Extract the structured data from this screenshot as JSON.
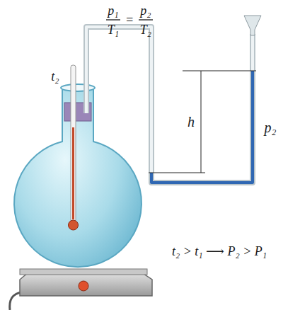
{
  "diagram": {
    "labels": [
      "p₁",
      "T₁",
      "=",
      "p₂",
      "T₂",
      "t₂",
      "h",
      "p₂",
      "t₂ > t₁ ⟶ P₂ > P₁"
    ]
  }
}
